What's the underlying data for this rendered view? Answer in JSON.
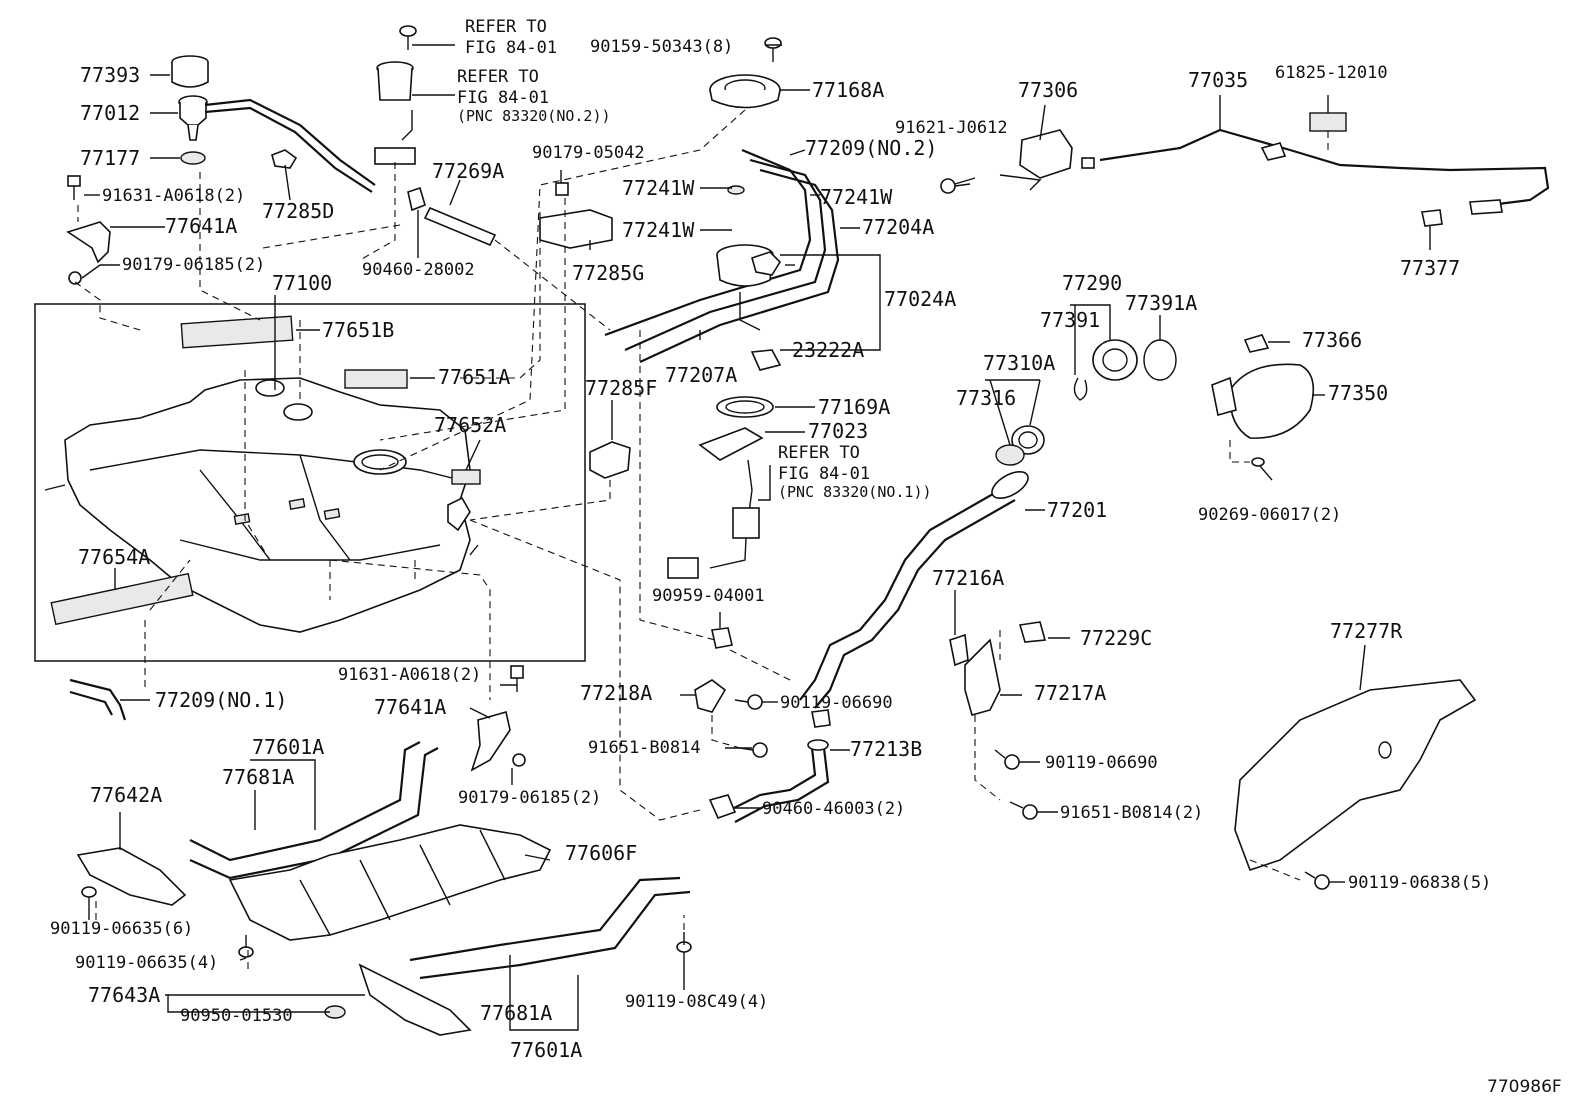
{
  "diagram_code": "770986F",
  "refer_notes": {
    "top": [
      "REFER TO",
      "FIG 84-01"
    ],
    "pump": [
      "REFER TO",
      "FIG 84-01",
      "(PNC 83320(NO.2))"
    ],
    "gauge": [
      "REFER TO",
      "FIG 84-01",
      "(PNC 83320(NO.1))"
    ]
  },
  "labels": {
    "p77393": "77393",
    "p77012": "77012",
    "p77177": "77177",
    "p91631a": "91631-A0618(2)",
    "p77641a": "77641A",
    "p90179_06185a": "90179-06185(2)",
    "p77285d": "77285D",
    "p77269a": "77269A",
    "p90460_28002": "90460-28002",
    "p90159_50343": "90159-50343(8)",
    "p77168a": "77168A",
    "p90179_05042": "90179-05042",
    "p77209_no2": "77209(NO.2)",
    "p77241w_a": "77241W",
    "p77241w_b": "77241W",
    "p77241w_c": "77241W",
    "p77204a": "77204A",
    "p77285g": "77285G",
    "p77024a": "77024A",
    "p23222a": "23222A",
    "p77207a": "77207A",
    "p91621": "91621-J0612",
    "p77306": "77306",
    "p77035": "77035",
    "p61825": "61825-12010",
    "p77377": "77377",
    "p77100": "77100",
    "p77651b": "77651B",
    "p77651a": "77651A",
    "p77652a": "77652A",
    "p77654a": "77654A",
    "p77209_no1": "77209(NO.1)",
    "p77285f": "77285F",
    "p77169a": "77169A",
    "p77023": "77023",
    "p77290": "77290",
    "p77391": "77391",
    "p77391a": "77391A",
    "p77310a": "77310A",
    "p77316": "77316",
    "p77366": "77366",
    "p77350": "77350",
    "p90269": "90269-06017(2)",
    "p77201": "77201",
    "p90959": "90959-04001",
    "p77216a": "77216A",
    "p77229c": "77229C",
    "p77217a": "77217A",
    "p77218a": "77218A",
    "p90119_06690a": "90119-06690",
    "p91651a": "91651-B0814",
    "p77213b": "77213B",
    "p90119_06690b": "90119-06690",
    "p91651b": "91651-B0814(2)",
    "p90460_46003": "90460-46003(2)",
    "p77277r": "77277R",
    "p90119_06838": "90119-06838(5)",
    "p91631b": "91631-A0618(2)",
    "p77641a_b": "77641A",
    "p90179_06185b": "90179-06185(2)",
    "p77601a_a": "77601A",
    "p77681a_a": "77681A",
    "p77642a": "77642A",
    "p77606f": "77606F",
    "p90119_06635a": "90119-06635(6)",
    "p90119_06635b": "90119-06635(4)",
    "p77643a": "77643A",
    "p90950": "90950-01530",
    "p77681a_b": "77681A",
    "p77601a_b": "77601A",
    "p90119_08c49": "90119-08C49(4)"
  }
}
